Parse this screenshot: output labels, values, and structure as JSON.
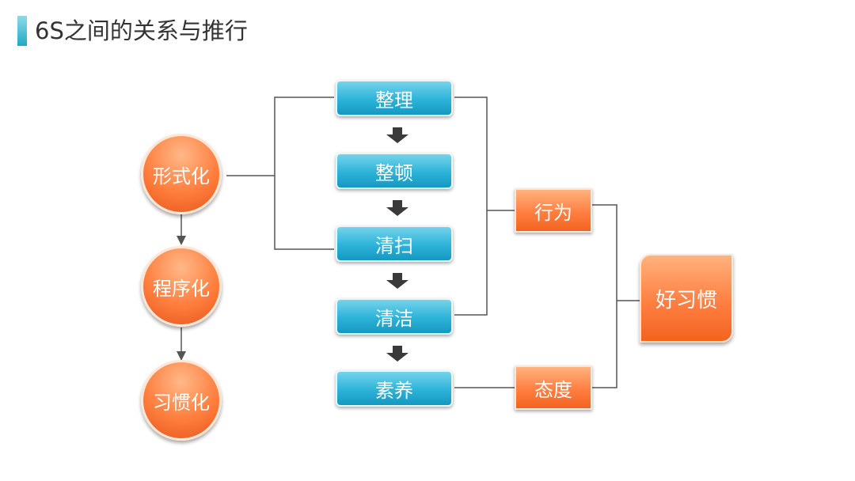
{
  "title": "6S之间的关系与推行",
  "steps": [
    "整理",
    "整顿",
    "清扫",
    "清洁",
    "素养"
  ],
  "stages": [
    "形式化",
    "程序化",
    "习惯化"
  ],
  "outcomes": {
    "behavior": "行为",
    "attitude": "态度",
    "habit": "好习惯"
  },
  "colors": {
    "accent_teal": "#2cb3d8",
    "accent_orange": "#ff7f42",
    "connector": "#555555"
  }
}
